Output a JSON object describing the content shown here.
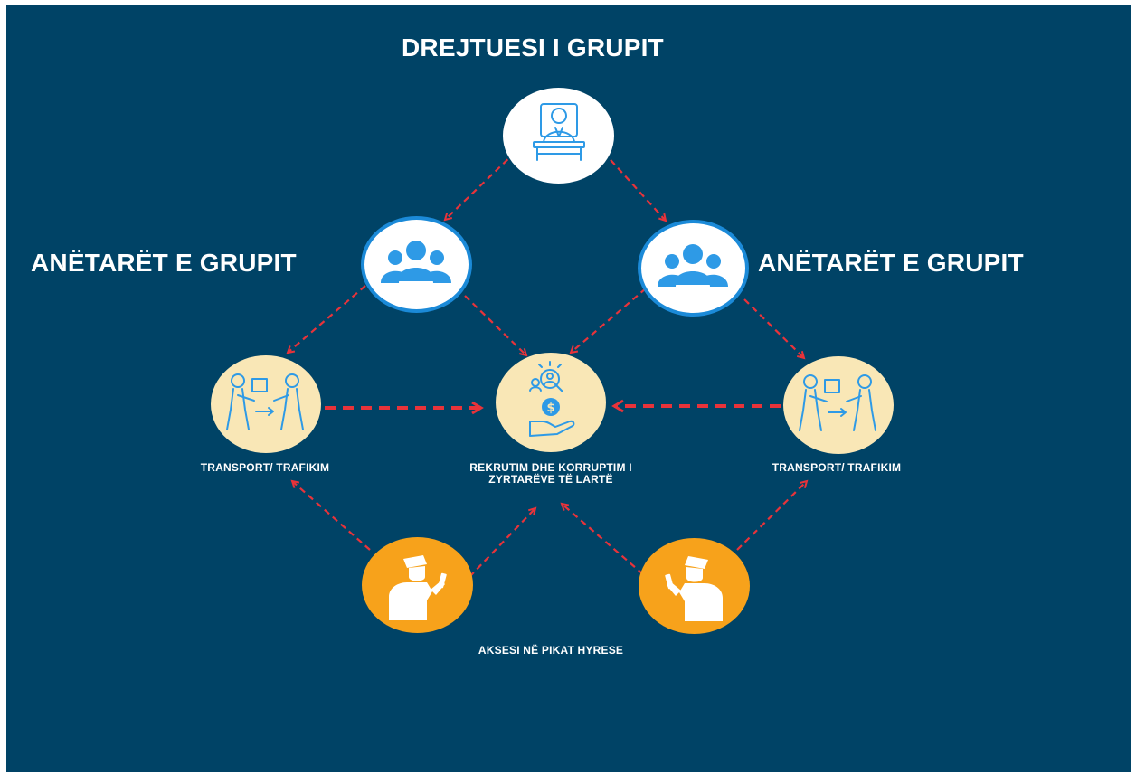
{
  "leader": {
    "title": "DREJTUESI I GRUPIT",
    "icon": "leader-at-desk-icon"
  },
  "members_left": {
    "title": "ANËTARËT E GRUPIT",
    "icon": "group-members-icon"
  },
  "members_right": {
    "title": "ANËTARËT E GRUPIT",
    "icon": "group-members-icon"
  },
  "transport_left": {
    "label": "TRANSPORT/ TRAFIKIM",
    "icon": "handover-icon"
  },
  "transport_right": {
    "label": "TRANSPORT/ TRAFIKIM",
    "icon": "handover-icon"
  },
  "recruitment": {
    "label": "REKRUTIM DHE KORRUPTIM I ZYRTARËVE TË LARTË",
    "icon": "bribe-recruit-icon"
  },
  "access": {
    "label": "AKSESI NË PIKAT HYRESE",
    "icon": "officer-icon"
  },
  "colors": {
    "background": "#004366",
    "arrow": "#e8333a",
    "white_node": "#ffffff",
    "member_ring": "#1b8ad8",
    "member_icon": "#2e9ae6",
    "cream_node": "#f9e7b6",
    "orange_node": "#f7a21b"
  }
}
